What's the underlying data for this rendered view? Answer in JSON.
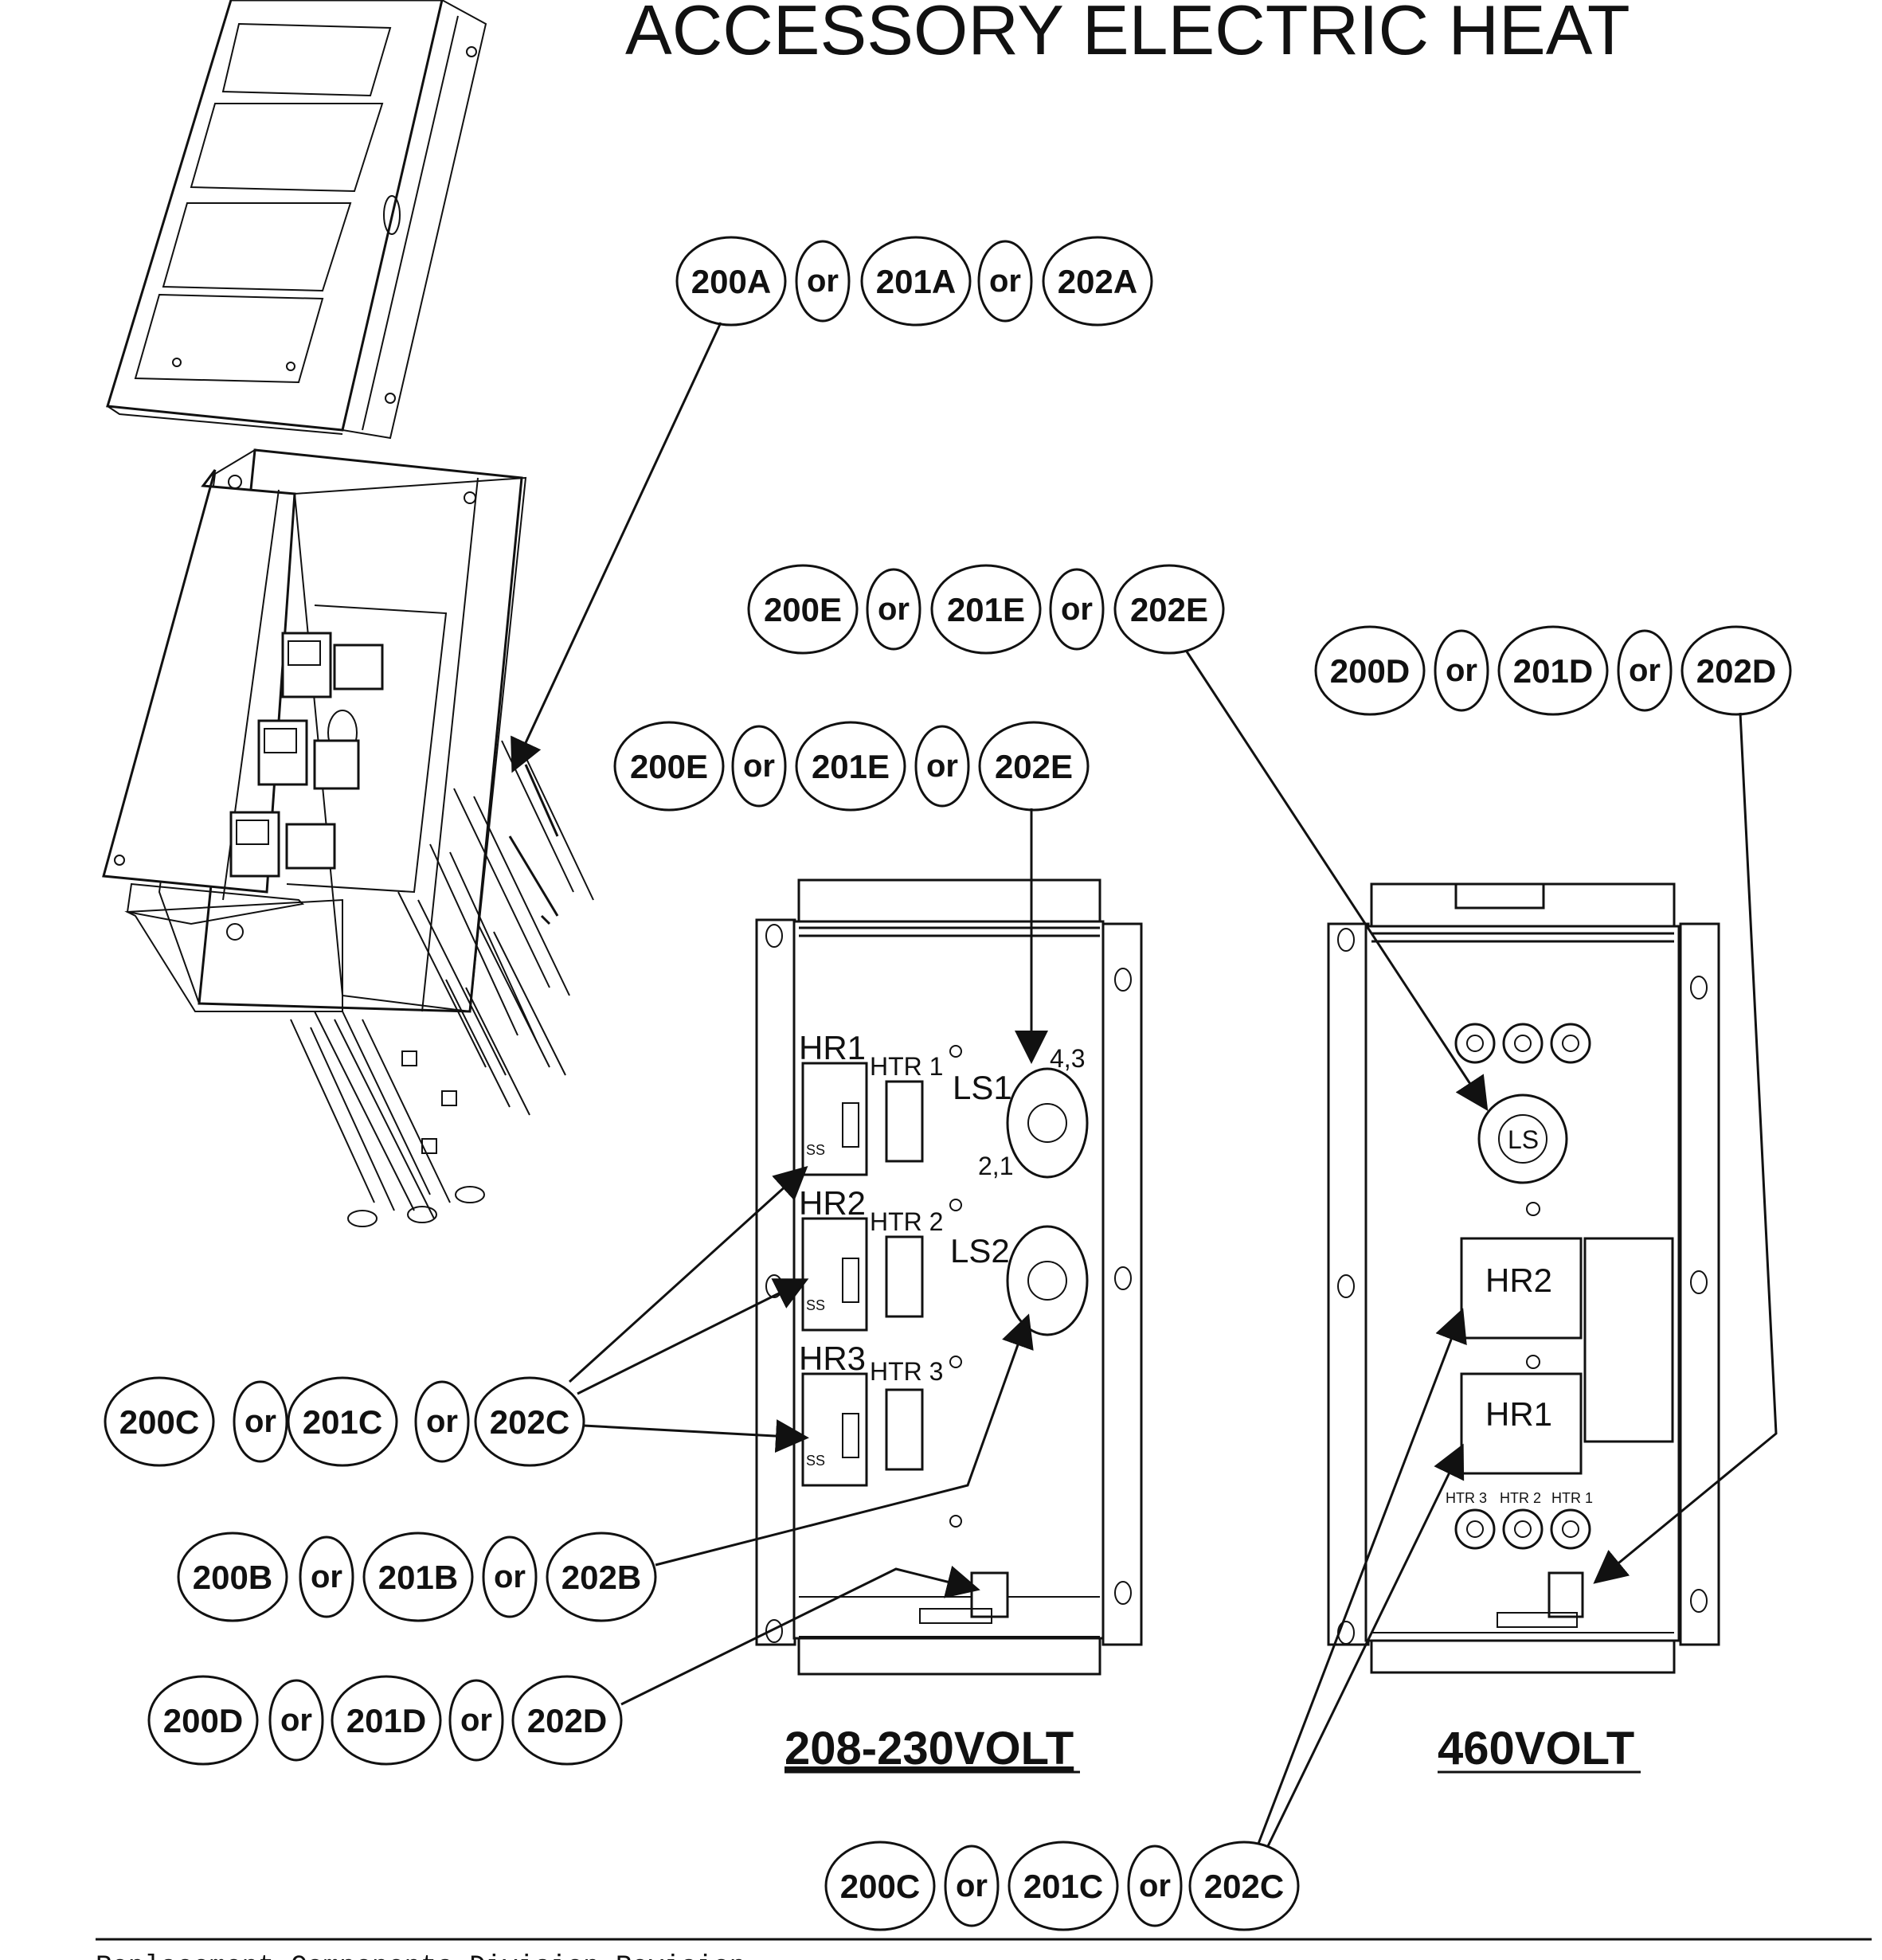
{
  "title": "ACCESSORY ELECTRIC HEAT",
  "separator": "or",
  "callouts": {
    "a_top": [
      "200A",
      "201A",
      "202A"
    ],
    "e_right": [
      "200E",
      "201E",
      "202E"
    ],
    "e_left": [
      "200E",
      "201E",
      "202E"
    ],
    "d_right": [
      "200D",
      "201D",
      "202D"
    ],
    "c_left": [
      "200C",
      "201C",
      "202C"
    ],
    "b_left": [
      "200B",
      "201B",
      "202B"
    ],
    "d_left": [
      "200D",
      "201D",
      "202D"
    ],
    "c_bottom": [
      "200C",
      "201C",
      "202C"
    ]
  },
  "panel_208": {
    "label": "208-230VOLT",
    "hr1": "HR1",
    "hr2": "HR2",
    "hr3": "HR3",
    "htr1": "HTR 1",
    "htr2": "HTR 2",
    "htr3": "HTR 3",
    "ls1": "LS1",
    "ls2": "LS2",
    "term_top": "4,3",
    "term_bottom": "2,1"
  },
  "panel_460": {
    "label": "460VOLT",
    "ls": "LS",
    "hr2": "HR2",
    "hr1": "HR1",
    "htr3": "HTR 3",
    "htr2": "HTR 2",
    "htr1": "HTR 1"
  },
  "footer": "Replacement Components Division    Revision"
}
